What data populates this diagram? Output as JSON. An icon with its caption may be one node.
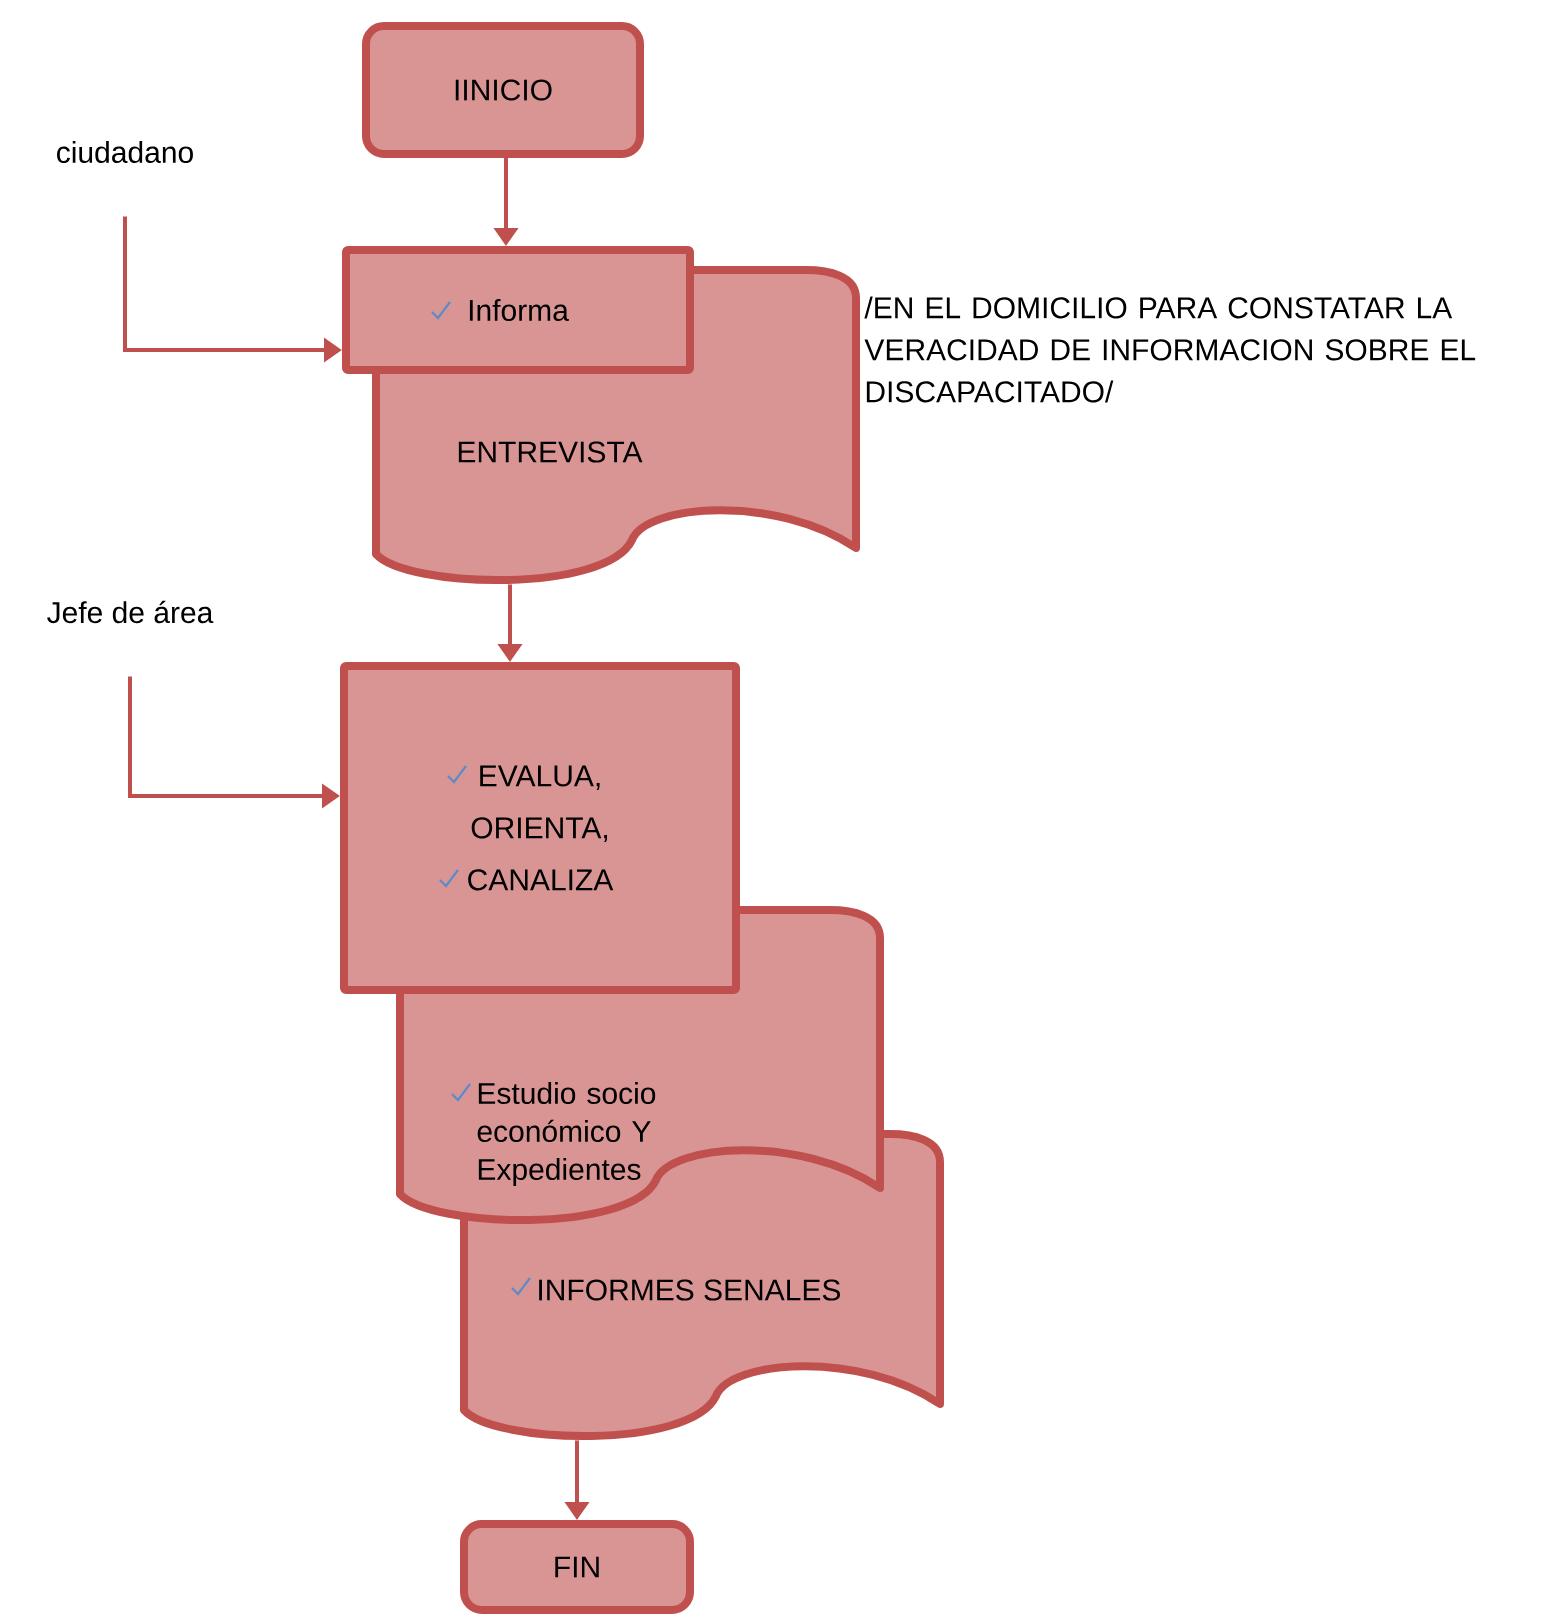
{
  "diagram": {
    "nodes": [
      {
        "text": [
          "IINICIO"
        ]
      },
      {
        "text": [
          "Informa"
        ]
      },
      {
        "text": [
          "ENTREVISTA"
        ],
        "beside": [
          "/EN EL DOMICILIO PARA CONSTATAR LA VERACIDAD DE INFORMACION  SOBRE EL DISCAPACITADO/"
        ]
      },
      {
        "text": [
          "ciudadano"
        ]
      },
      {
        "text": [
          "Jefe de área"
        ]
      },
      {
        "text": [
          "EVALUA, ORIENTA, CANALIZA"
        ]
      },
      {
        "text": [
          "Estudio socio económico Y Expedientes"
        ]
      },
      {
        "text": [
          "INFORMES SENALES"
        ]
      },
      {
        "text": [
          "FIN"
        ]
      }
    ],
    "edges": [
      {
        "from": 0,
        "to": 1,
        "arrow": "to"
      },
      {
        "from": 3,
        "to": 1,
        "arrow": "to"
      },
      {
        "from": 2,
        "to": 5,
        "arrow": "to"
      },
      {
        "from": 4,
        "to": 5,
        "arrow": "to"
      },
      {
        "from": 7,
        "to": 8,
        "arrow": "to"
      }
    ]
  }
}
